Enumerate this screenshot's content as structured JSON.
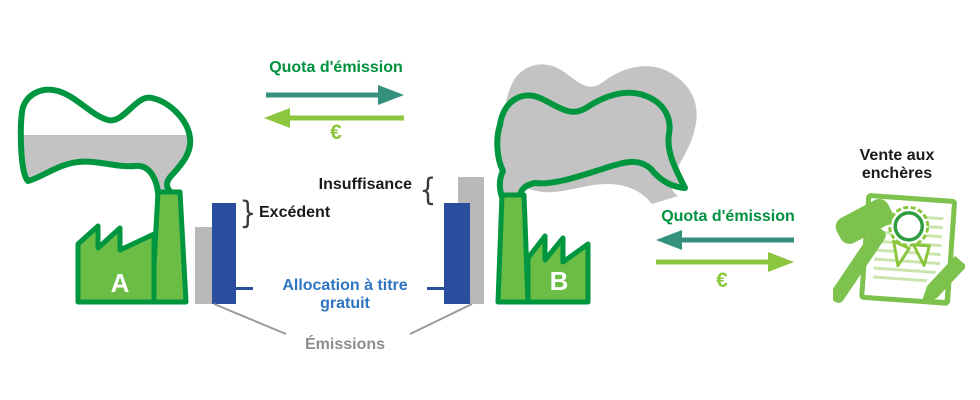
{
  "colors": {
    "dark_green": "#009640",
    "light_green": "#6abd45",
    "icon_green": "#7cc24c",
    "icon_green_light": "#cbe6ad",
    "rosette_green": "#2f9e41",
    "teal_arrow": "#35917e",
    "green_arrow": "#8cc63f",
    "text_green": "#00913f",
    "bar_blue": "#2b4d9e",
    "label_blue": "#2e74c0",
    "bar_gray": "#b9b9b9",
    "cloud_gray": "#c3c3c3",
    "line_gray": "#9a9a9a",
    "text_gray": "#8e8e8e",
    "text_black": "#1a1a1a"
  },
  "factories": {
    "a": {
      "label": "A"
    },
    "b": {
      "label": "B"
    }
  },
  "exchange_ab": {
    "quota_label": "Quota d'émission",
    "quota_direction": "A→B",
    "currency_label": "€",
    "currency_direction": "B→A"
  },
  "exchange_auction": {
    "quota_label": "Quota d'émission",
    "quota_direction": "auction→B",
    "currency_label": "€",
    "currency_direction": "B→auction"
  },
  "annotations": {
    "insufficiency": "Insuffisance",
    "surplus": "Excédent",
    "free_allocation": "Allocation à titre gratuit",
    "emissions": "Émissions"
  },
  "auction": {
    "title": "Vente aux enchères"
  },
  "glyphs": {
    "brace_open": "{",
    "brace_close": "}"
  },
  "icons": {
    "factory_a": "factory-with-smoke-icon",
    "factory_b": "factory-with-smoke-icon",
    "auction": "gavel-certificate-icon"
  }
}
